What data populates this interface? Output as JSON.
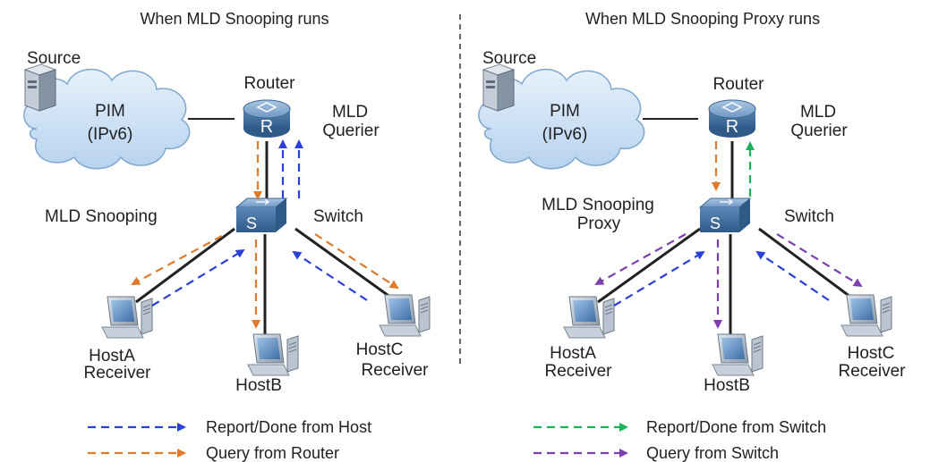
{
  "left_panel": {
    "title": "When MLD Snooping runs",
    "source": "Source",
    "cloud_line1": "PIM",
    "cloud_line2": "(IPv6)",
    "router": "Router",
    "router_glyph": "R",
    "querier_line1": "MLD",
    "querier_line2": "Querier",
    "snoop_label": "MLD Snooping",
    "switch": "Switch",
    "switch_glyph": "S",
    "hosta_line1": "HostA",
    "hosta_line2": "Receiver",
    "hostb": "HostB",
    "hostc_line1": "HostC",
    "hostc_line2": "Receiver"
  },
  "right_panel": {
    "title": "When MLD Snooping Proxy runs",
    "source": "Source",
    "cloud_line1": "PIM",
    "cloud_line2": "(IPv6)",
    "router": "Router",
    "router_glyph": "R",
    "querier_line1": "MLD",
    "querier_line2": "Querier",
    "proxy_line1": "MLD Snooping",
    "proxy_line2": "Proxy",
    "switch": "Switch",
    "switch_glyph": "S",
    "hosta_line1": "HostA",
    "hosta_line2": "Receiver",
    "hostb": "HostB",
    "hostc_line1": "HostC",
    "hostc_line2": "Receiver"
  },
  "legend": {
    "report_host": "Report/Done from Host",
    "query_router": "Query from Router",
    "report_switch": "Report/Done from Switch",
    "query_switch": "Query from Switch"
  },
  "colors": {
    "report_host": "#2b3fd9",
    "query_router": "#e07a2a",
    "report_switch": "#1db35a",
    "query_switch": "#7b3fb0",
    "cloud_fill": "#cfe3f6",
    "device": "#4f7fae"
  }
}
